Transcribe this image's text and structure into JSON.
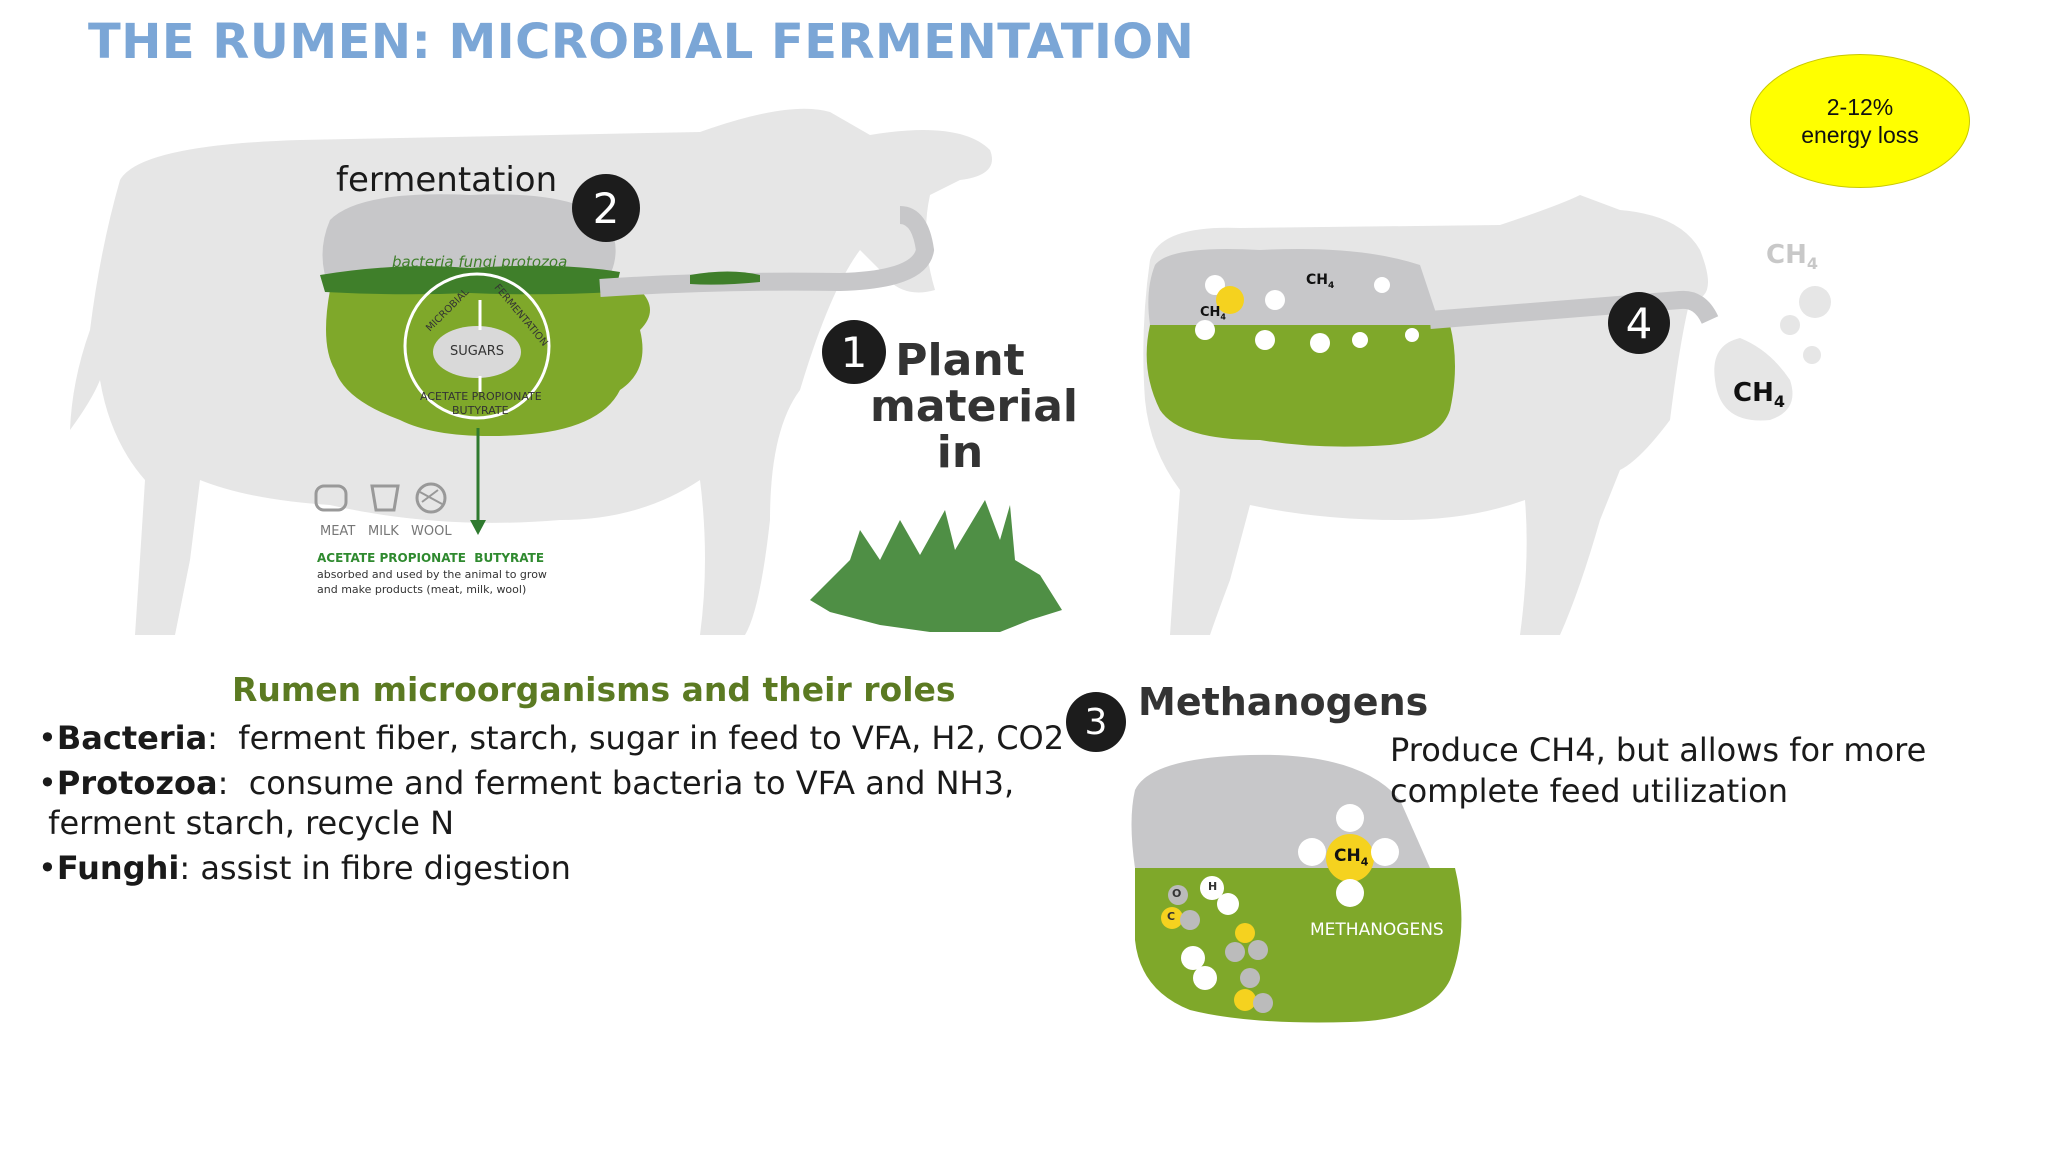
{
  "title": "THE RUMEN: MICROBIAL FERMENTATION",
  "energy_bubble": {
    "line1": "2-12%",
    "line2": "energy loss"
  },
  "left_diagram": {
    "fermentation_label": "fermentation",
    "step_number": "2",
    "microbes_label": "bacteria fungi protozoa",
    "cycle_label_left": "MICROBIAL",
    "cycle_label_right": "FERMENTATION",
    "sugars_label": "SUGARS",
    "vfa_line1": "ACETATE PROPIONATE",
    "vfa_line2": "BUTYRATE",
    "products": [
      "MEAT",
      "MILK",
      "WOOL"
    ],
    "absorbed_title": "ACETATE PROPIONATE  BUTYRATE",
    "absorbed_line1": "absorbed and used by the animal to grow",
    "absorbed_line2": "and make products  (meat, milk, wool)"
  },
  "plant": {
    "step_number": "1",
    "lines": [
      "Plant",
      "material",
      "in"
    ]
  },
  "right_diagram": {
    "step_number": "4",
    "ch4_faded": "CH",
    "ch4_faded_sub": "4",
    "ch4_cloud": "CH",
    "ch4_cloud_sub": "4",
    "ch4_inner": "CH",
    "ch4_inner_sub": "4",
    "ch4_yellow": "CH",
    "ch4_yellow_sub": "4"
  },
  "methanogens": {
    "step_number": "3",
    "label": "Methanogens",
    "description": "Produce CH4, but allows for more complete feed utilization",
    "inner_label": "METHANOGENS",
    "ch4": "CH",
    "ch4_sub": "4",
    "atoms": {
      "o": "O",
      "c": "C",
      "h": "H"
    }
  },
  "roles": {
    "heading": "Rumen microorganisms and their roles",
    "items": [
      {
        "bullet": "•",
        "name": "Bacteria",
        "sep": ":",
        "text": "  ferment fiber, starch, sugar in feed to VFA, H2, CO2"
      },
      {
        "bullet": "•",
        "name": "Protozoa",
        "sep": ":",
        "text": "  consume and ferment bacteria to VFA and NH3,"
      },
      {
        "bullet": "",
        "name": "",
        "sep": "",
        "text": " ferment starch, recycle N"
      },
      {
        "bullet": "•",
        "name": "Funghi",
        "sep": ":",
        "text": " assist in fibre digestion"
      }
    ]
  },
  "colors": {
    "title": "#7ba6d6",
    "rumen_green": "#7fa82a",
    "cow_grey": "#e6e6e6",
    "rumen_grey": "#c7c7c9",
    "methane_yellow": "#f5d21f",
    "bubble_yellow": "#ffff00",
    "heading_green": "#5b7a22"
  }
}
